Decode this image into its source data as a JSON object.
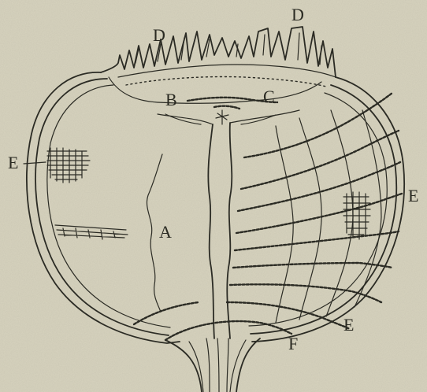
{
  "figure": {
    "labels": {
      "a": "A",
      "b": "B",
      "c": "C",
      "d_left": "D",
      "d_right": "D",
      "e_left": "E",
      "e_right": "E",
      "e_bottom": "E",
      "f": "F"
    }
  },
  "colors": {
    "paper": "#d8d4bf",
    "ink": "#2b2b24"
  }
}
